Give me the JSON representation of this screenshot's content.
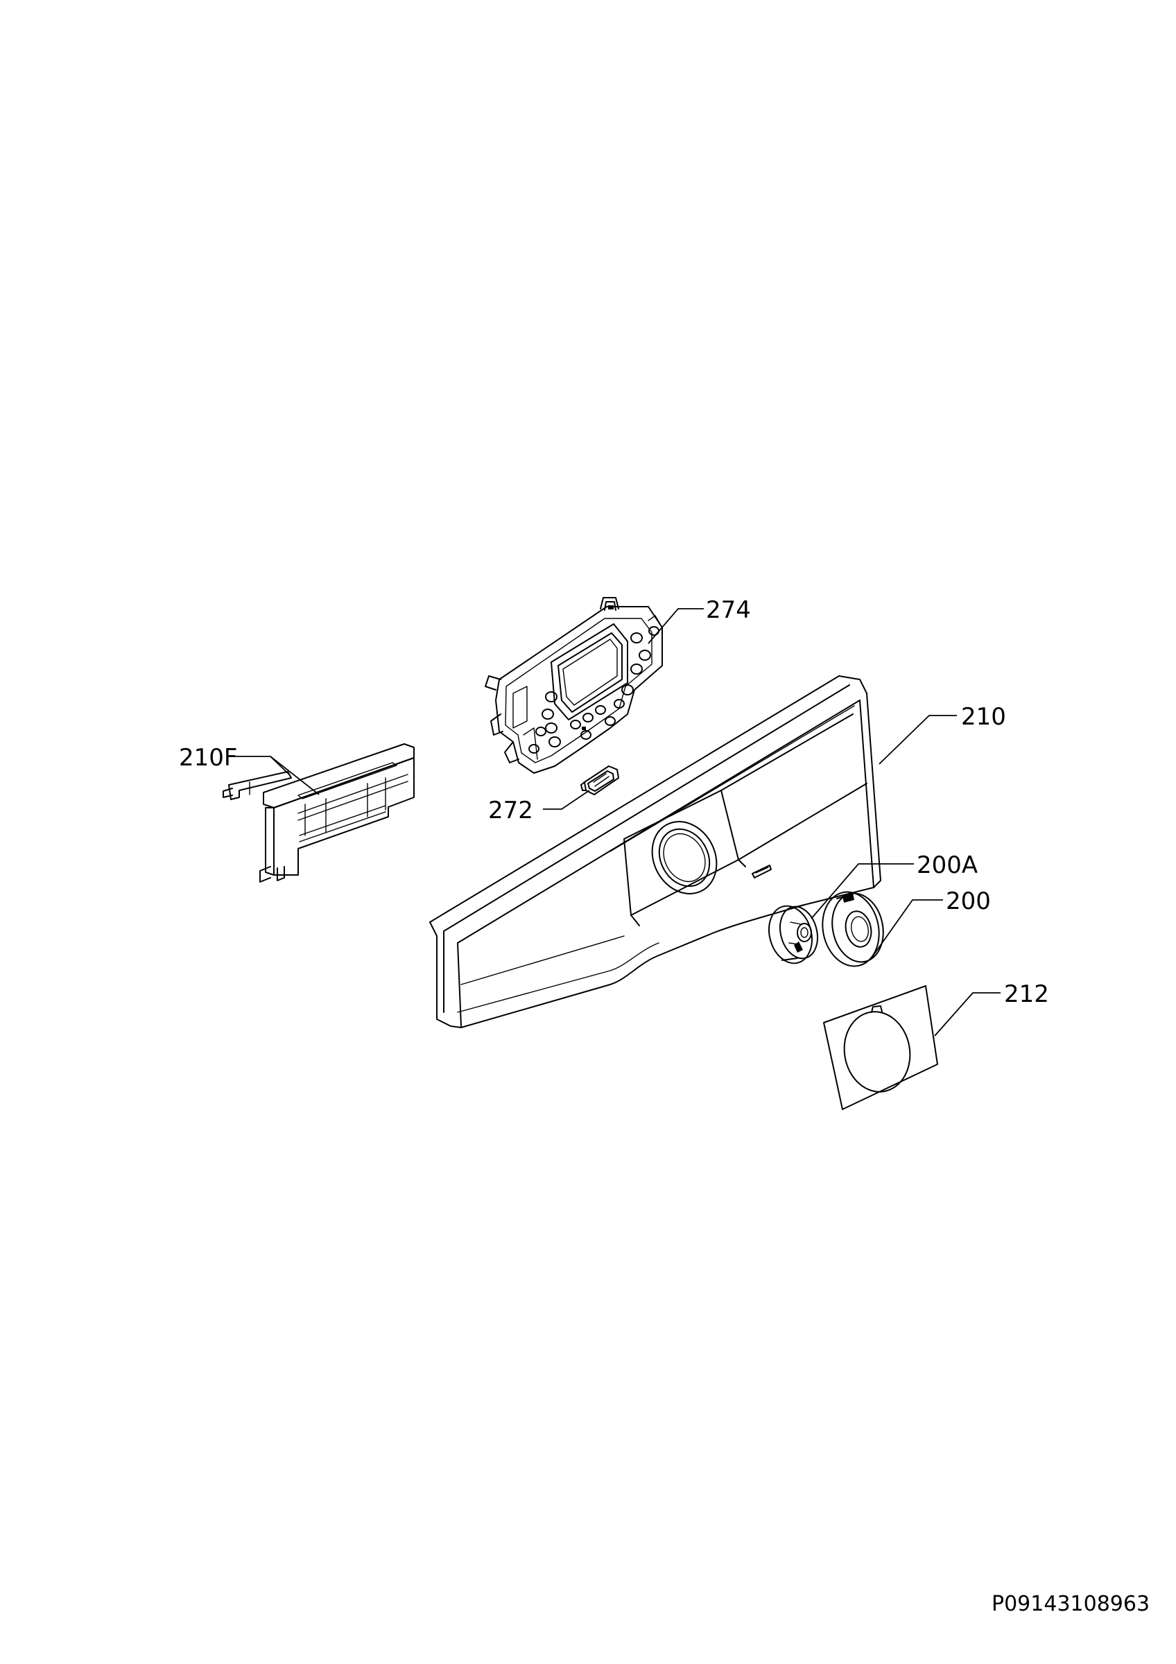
{
  "diagram": {
    "callouts": [
      {
        "id": "274",
        "label": "274"
      },
      {
        "id": "210",
        "label": "210"
      },
      {
        "id": "210F",
        "label": "210F"
      },
      {
        "id": "272",
        "label": "272"
      },
      {
        "id": "200A",
        "label": "200A"
      },
      {
        "id": "200",
        "label": "200"
      },
      {
        "id": "212",
        "label": "212"
      }
    ],
    "document_id": "P09143108963"
  }
}
